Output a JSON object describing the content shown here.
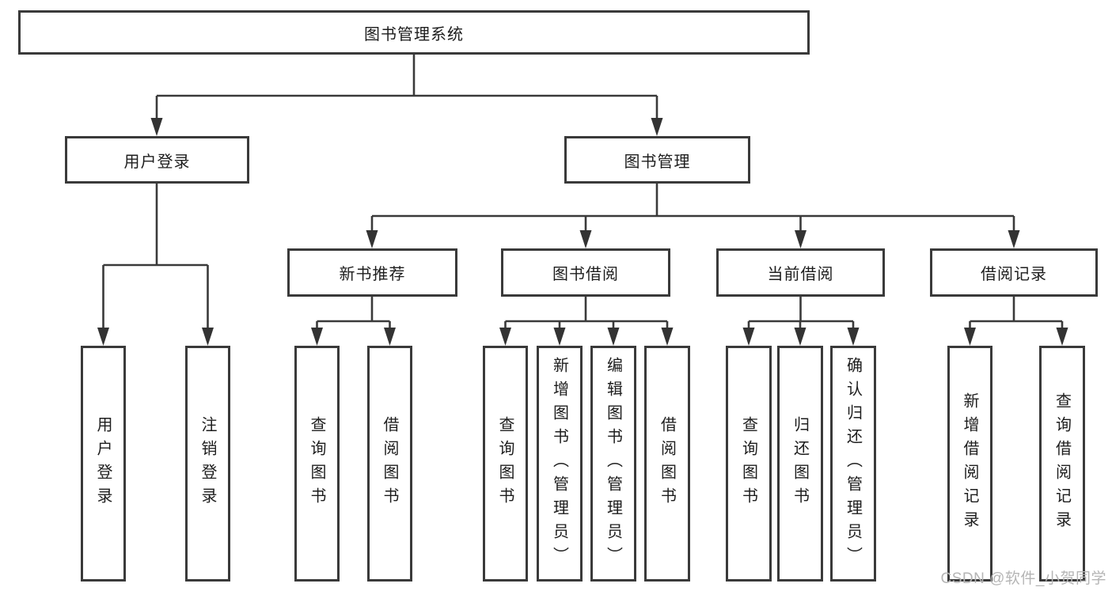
{
  "nodes": {
    "root": "图书管理系统",
    "user_login": "用户登录",
    "book_management": "图书管理",
    "new_book_recommend": "新书推荐",
    "book_borrow": "图书借阅",
    "current_borrow": "当前借阅",
    "borrow_record": "借阅记录",
    "leaf_user_login": "用户登录",
    "leaf_logout": "注销登录",
    "leaf_query_book_a": "查询图书",
    "leaf_borrow_book_a": "借阅图书",
    "leaf_query_book_b": "查询图书",
    "leaf_add_book_admin": "新增图书（管理员）",
    "leaf_edit_book_admin": "编辑图书（管理员）",
    "leaf_borrow_book_b": "借阅图书",
    "leaf_query_book_c": "查询图书",
    "leaf_return_book": "归还图书",
    "leaf_confirm_return_admin": "确认归还（管理员）",
    "leaf_add_borrow_record": "新增借阅记录",
    "leaf_query_borrow_record": "查询借阅记录"
  },
  "hierarchy": {
    "图书管理系统": [
      "用户登录",
      "图书管理"
    ],
    "用户登录": [
      "用户登录",
      "注销登录"
    ],
    "图书管理": [
      "新书推荐",
      "图书借阅",
      "当前借阅",
      "借阅记录"
    ],
    "新书推荐": [
      "查询图书",
      "借阅图书"
    ],
    "图书借阅": [
      "查询图书",
      "新增图书（管理员）",
      "编辑图书（管理员）",
      "借阅图书"
    ],
    "当前借阅": [
      "查询图书",
      "归还图书",
      "确认归还（管理员）"
    ],
    "借阅记录": [
      "新增借阅记录",
      "查询借阅记录"
    ]
  },
  "watermark": {
    "text": "CSDN @软件_小贺同学",
    "color": "#b5b5b5"
  },
  "colors": {
    "background": "#ffffff",
    "line": "#3a3a3a",
    "box_border": "#3a3a3a",
    "text": "#1d1d1d"
  }
}
